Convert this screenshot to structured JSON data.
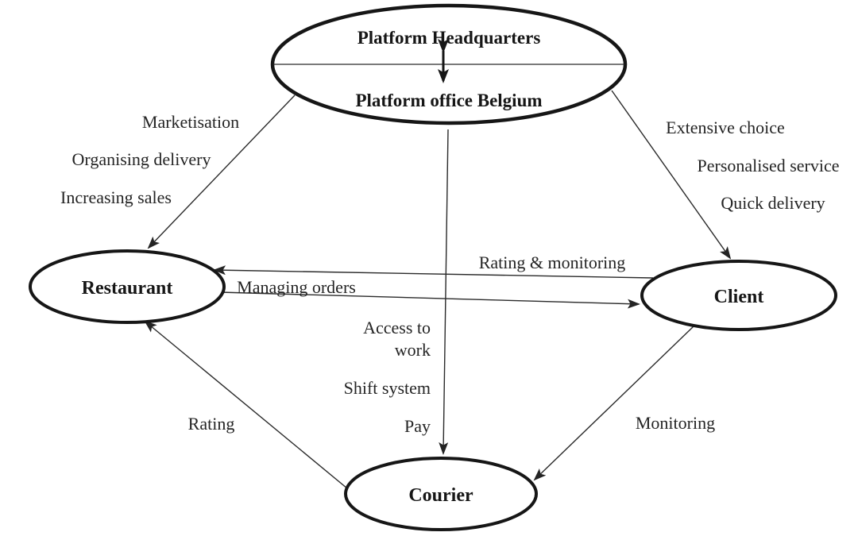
{
  "diagram": {
    "title": "Platform ecosystem relations diagram",
    "nodes": {
      "platform": {
        "line1": "Platform Headquarters",
        "line2": "Platform office Belgium"
      },
      "restaurant": {
        "label": "Restaurant"
      },
      "client": {
        "label": "Client"
      },
      "courier": {
        "label": "Courier"
      }
    },
    "edge_labels": {
      "platform_to_restaurant": [
        "Marketisation",
        "Organising delivery",
        "Increasing sales"
      ],
      "platform_to_client": [
        "Extensive choice",
        "Personalised service",
        "Quick delivery"
      ],
      "platform_to_courier": [
        "Access to",
        "work",
        "Shift system",
        "Pay"
      ],
      "client_to_restaurant": "Rating & monitoring",
      "restaurant_to_client": "Managing orders",
      "courier_to_restaurant": "Rating",
      "client_to_courier": "Monitoring"
    },
    "colors": {
      "background": "#ffffff",
      "stroke": "#161616",
      "text": "#242424"
    }
  }
}
